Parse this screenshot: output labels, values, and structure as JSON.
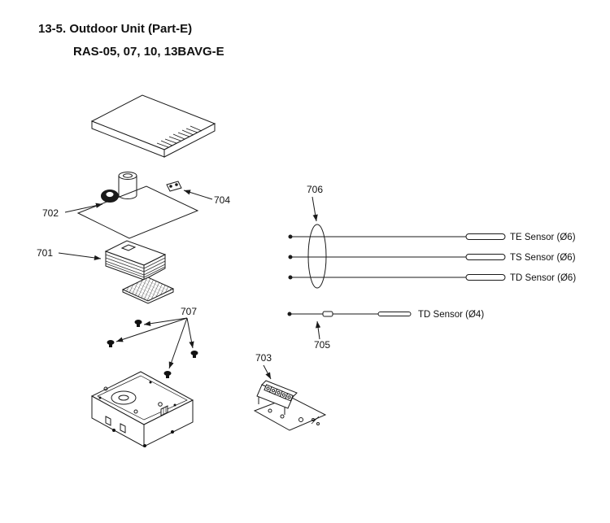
{
  "header": {
    "section": "13-5. Outdoor Unit (Part-E)",
    "models": "RAS-05, 07, 10, 13BAVG-E"
  },
  "labels": {
    "p701": "701",
    "p702": "702",
    "p703": "703",
    "p704": "704",
    "p705": "705",
    "p706": "706",
    "p707": "707"
  },
  "sensors": {
    "te": "TE Sensor (Ø6)",
    "ts": "TS Sensor (Ø6)",
    "td6": "TD Sensor (Ø6)",
    "td4": "TD Sensor (Ø4)"
  },
  "colors": {
    "ink": "#1a1a1a",
    "paper": "#ffffff"
  }
}
